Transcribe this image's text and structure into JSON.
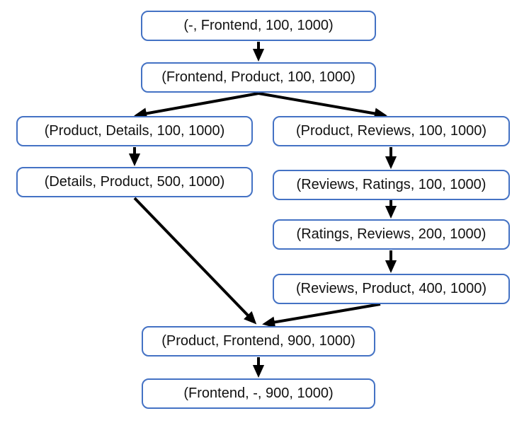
{
  "diagram": {
    "background_color": "#ffffff",
    "node_border_color": "#4472C4",
    "node_fill_color": "#ffffff",
    "node_text_color": "#111111",
    "arrow_color": "#000000",
    "nodes": [
      {
        "id": "start-frontend",
        "label": "(-, Frontend, 100, 1000)"
      },
      {
        "id": "frontend-product",
        "label": "(Frontend, Product, 100, 1000)"
      },
      {
        "id": "product-details",
        "label": "(Product, Details, 100, 1000)"
      },
      {
        "id": "product-reviews",
        "label": "(Product, Reviews, 100, 1000)"
      },
      {
        "id": "details-product",
        "label": "(Details, Product, 500, 1000)"
      },
      {
        "id": "reviews-ratings",
        "label": "(Reviews, Ratings, 100, 1000)"
      },
      {
        "id": "ratings-reviews",
        "label": "(Ratings, Reviews, 200, 1000)"
      },
      {
        "id": "reviews-product",
        "label": "(Reviews, Product, 400, 1000)"
      },
      {
        "id": "product-frontend",
        "label": "(Product, Frontend, 900, 1000)"
      },
      {
        "id": "frontend-end",
        "label": "(Frontend, -, 900, 1000)"
      }
    ],
    "edges": [
      {
        "from": "start-frontend",
        "to": "frontend-product"
      },
      {
        "from": "frontend-product",
        "to": "product-details"
      },
      {
        "from": "frontend-product",
        "to": "product-reviews"
      },
      {
        "from": "product-details",
        "to": "details-product"
      },
      {
        "from": "product-reviews",
        "to": "reviews-ratings"
      },
      {
        "from": "reviews-ratings",
        "to": "ratings-reviews"
      },
      {
        "from": "ratings-reviews",
        "to": "reviews-product"
      },
      {
        "from": "details-product",
        "to": "product-frontend"
      },
      {
        "from": "reviews-product",
        "to": "product-frontend"
      },
      {
        "from": "product-frontend",
        "to": "frontend-end"
      }
    ]
  }
}
